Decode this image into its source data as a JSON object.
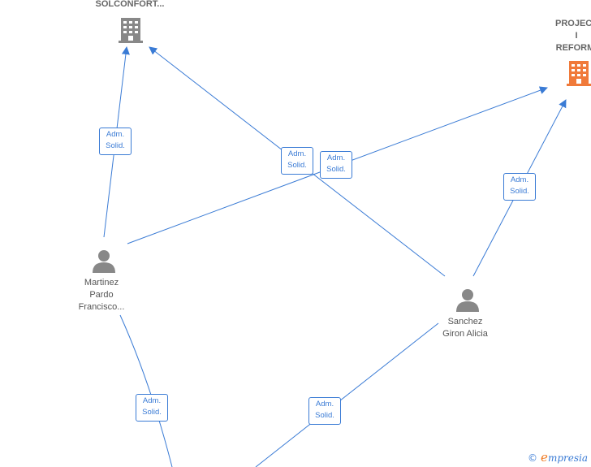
{
  "companies": [
    {
      "id": "solconfort",
      "label_lines": [
        "SOLCONFORT..."
      ],
      "color": "#888888"
    },
    {
      "id": "projects",
      "label_lines": [
        "PROJECT",
        "I",
        "REFORMI"
      ],
      "color": "#f07a3a"
    }
  ],
  "people": [
    {
      "id": "martinez",
      "label_lines": [
        "Martinez",
        "Pardo",
        "Francisco..."
      ]
    },
    {
      "id": "sanchez",
      "label_lines": [
        "Sanchez",
        "Giron Alicia"
      ]
    }
  ],
  "edge_label": {
    "line1": "Adm.",
    "line2": "Solid."
  },
  "colors": {
    "edge": "#3a7bd5",
    "person": "#888888"
  },
  "brand": {
    "copyright": "©",
    "e": "e",
    "name": "mpresia"
  }
}
